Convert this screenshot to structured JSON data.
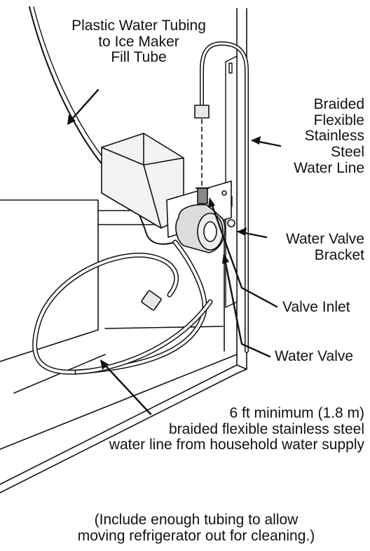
{
  "labels": {
    "plastic_tubing": [
      "Plastic Water Tubing",
      "to Ice Maker",
      "Fill Tube"
    ],
    "braided_line": [
      "Braided",
      "Flexible",
      "Stainless",
      "Steel",
      "Water Line"
    ],
    "valve_bracket": [
      "Water Valve",
      "Bracket"
    ],
    "valve_inlet": "Valve Inlet",
    "water_valve": "Water Valve",
    "minimum_line": [
      "6 ft minimum (1.8 m)",
      "braided flexible stainless steel",
      "water line from household water supply"
    ],
    "note": [
      "(Include enough tubing to allow",
      "moving refrigerator out for cleaning.)"
    ]
  },
  "colors": {
    "ink": "#111111",
    "box": "#f2f2f2",
    "valve": "#dcdcdc",
    "background": "#ffffff"
  }
}
